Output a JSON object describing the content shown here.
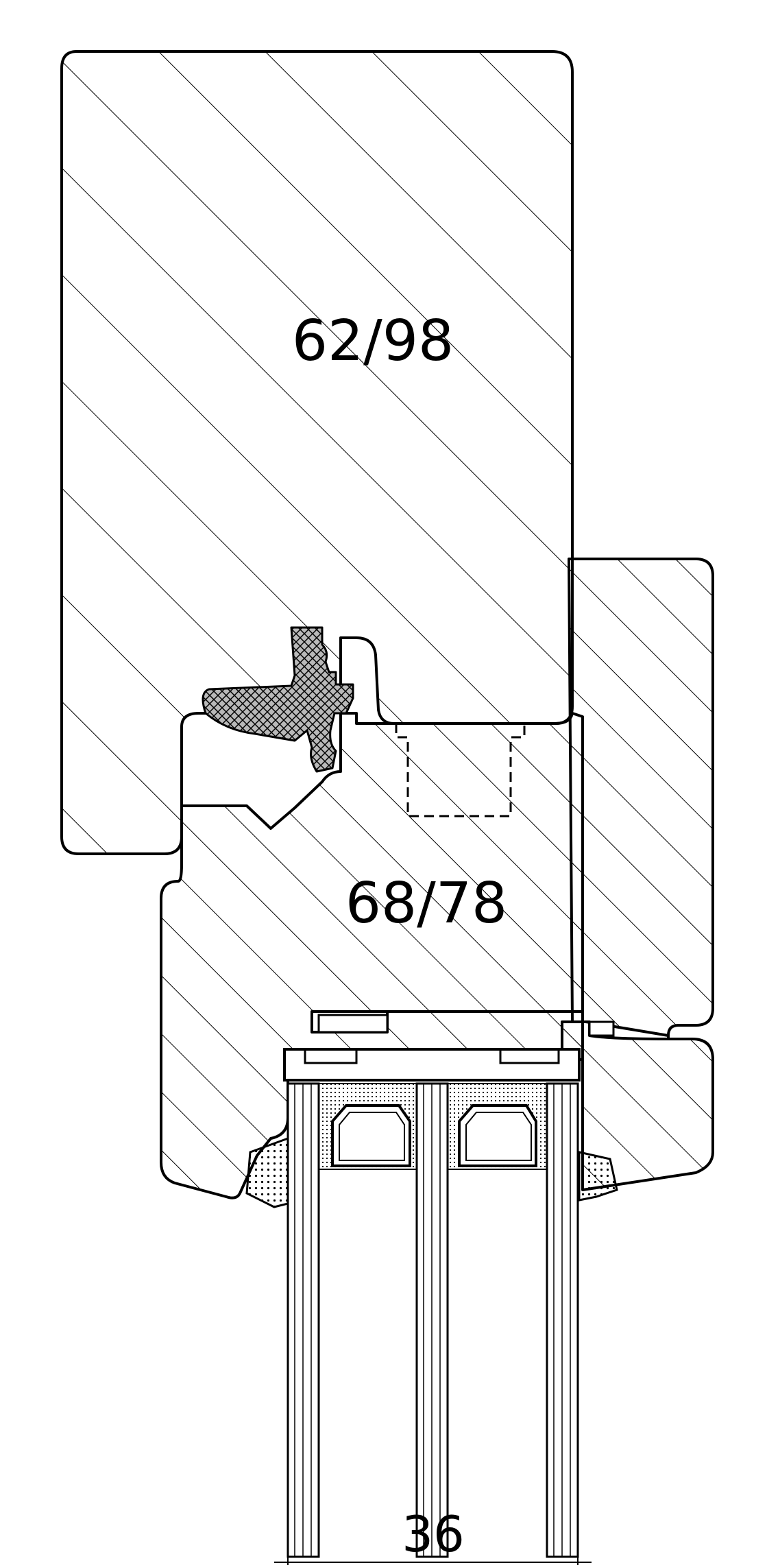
{
  "labels": {
    "upper_profile": "62/98",
    "lower_profile": "68/78",
    "glazing_width": "36"
  },
  "colors": {
    "line": "#000000",
    "background": "#ffffff",
    "seal": "#b9b9b9"
  }
}
